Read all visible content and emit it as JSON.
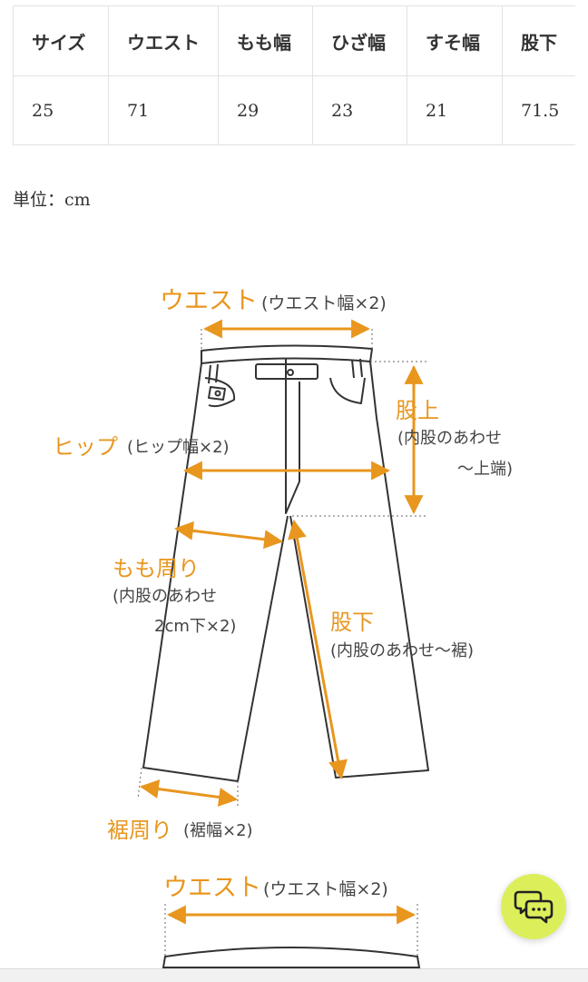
{
  "size_table": {
    "headers": [
      "サイズ",
      "ウエスト",
      "もも幅",
      "ひざ幅",
      "すそ幅",
      "股下"
    ],
    "rows": [
      [
        "25",
        "71",
        "29",
        "23",
        "21",
        "71.5"
      ]
    ]
  },
  "unit_note": "単位：cm",
  "diagram": {
    "waist": {
      "label": "ウエスト",
      "sub": "(ウエスト幅×2)"
    },
    "hip": {
      "label": "ヒップ",
      "sub": "(ヒップ幅×2)"
    },
    "rise": {
      "label": "股上",
      "sub_line1": "(内股のあわせ",
      "sub_line2": "〜上端)"
    },
    "thigh": {
      "label": "もも周り",
      "sub_line1": "(内股のあわせ",
      "sub_line2": "2cm下×2)"
    },
    "inseam": {
      "label": "股下",
      "sub": "(内股のあわせ〜裾)"
    },
    "hem": {
      "label": "裾周り",
      "sub": "(裾幅×2)"
    }
  },
  "diagram_2": {
    "waist": {
      "label": "ウエスト",
      "sub": "(ウエスト幅×2)"
    }
  },
  "colors": {
    "accent": "#e8961e",
    "line": "#333333",
    "chat_button": "#dcef5a"
  },
  "icons": {
    "chat": "chat-bubbles-icon"
  }
}
